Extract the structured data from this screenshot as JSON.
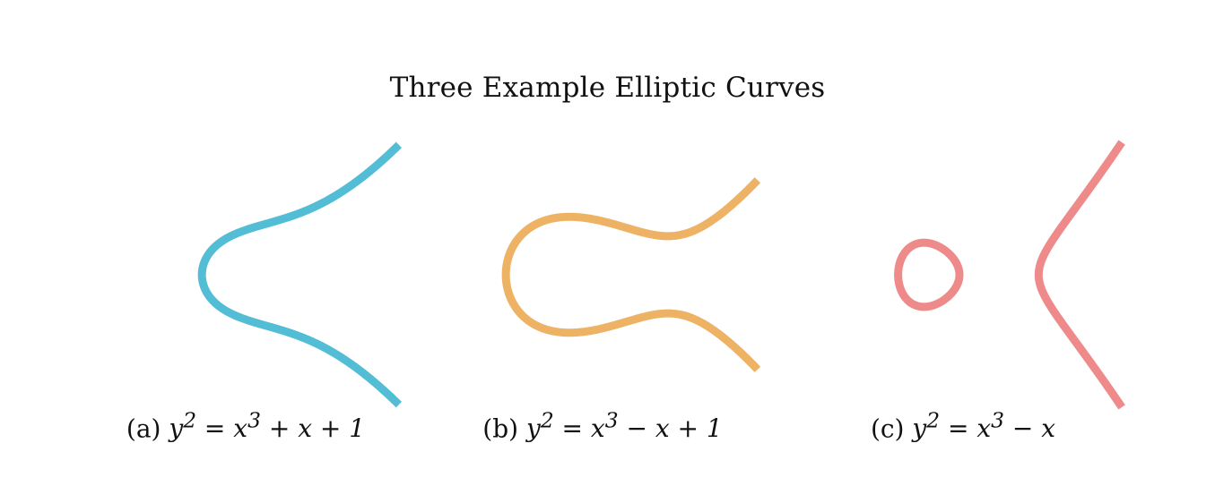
{
  "title": "Three Example Elliptic Curves",
  "panels": [
    {
      "id": "a",
      "tag": "(a)",
      "equation_html": "y<sup>2</sup> = x<sup>3</sup> + x + 1",
      "equation": "y^2 = x^3 + x + 1",
      "a": 1,
      "b": 1,
      "color": "#52bdd5"
    },
    {
      "id": "b",
      "tag": "(b)",
      "equation_html": "y<sup>2</sup> = x<sup>3</sup> − x + 1",
      "equation": "y^2 = x^3 - x + 1",
      "a": -1,
      "b": 1,
      "color": "#eeb265"
    },
    {
      "id": "c",
      "tag": "(c)",
      "equation_html": "y<sup>2</sup> = x<sup>3</sup> − x",
      "equation": "y^2 = x^3 - x",
      "a": -1,
      "b": 0,
      "color": "#ef8a8a"
    }
  ]
}
